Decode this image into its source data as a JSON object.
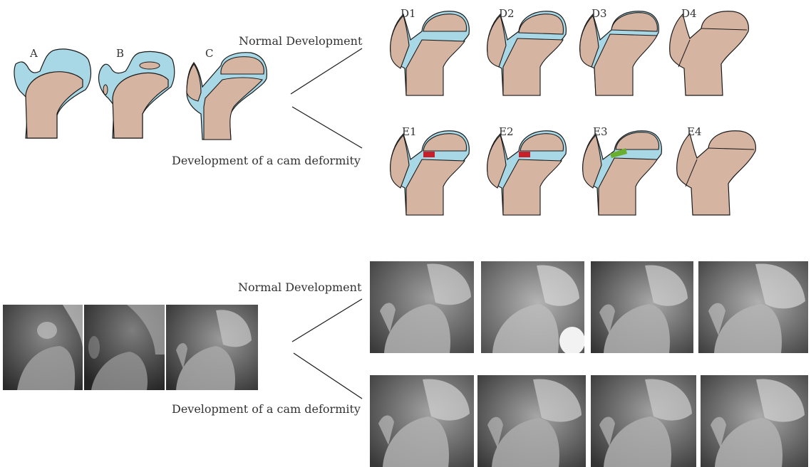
{
  "diagram": {
    "stage_labels": {
      "a": "A",
      "b": "B",
      "c": "C",
      "d1": "D1",
      "d2": "D2",
      "d3": "D3",
      "d4": "D4",
      "e1": "E1",
      "e2": "E2",
      "e3": "E3",
      "e4": "E4"
    },
    "normal_label": "Normal Development",
    "cam_label": "Development of a cam deformity"
  },
  "xrays": {
    "normal_label": "Normal Development",
    "cam_label": "Development of a cam deformity"
  },
  "colors": {
    "bone": "#d6b4a2",
    "cartilage": "#a8d8e6",
    "outline": "#1a1a1a",
    "physis_red": "#c8202a",
    "physis_green": "#6aae2f"
  }
}
